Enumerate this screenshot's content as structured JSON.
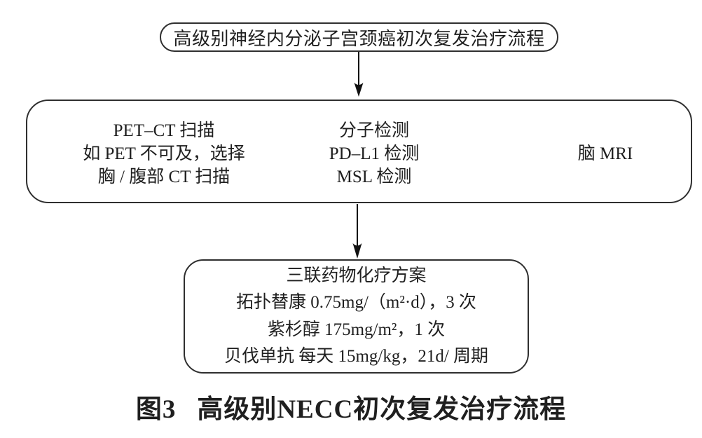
{
  "figure": {
    "start_node": "高级别神经内分泌子宫颈癌初次复发治疗流程",
    "workup_node": {
      "imaging": {
        "line1": "PET–CT 扫描",
        "line2": "如 PET 不可及，选择",
        "line3": "胸 / 腹部 CT 扫描"
      },
      "molecular": {
        "line1": "分子检测",
        "line2": "PD–L1 检测",
        "line3": "MSL 检测"
      },
      "brain": {
        "line1": "脑 MRI"
      }
    },
    "treatment_node": {
      "line1": "三联药物化疗方案",
      "line2": "拓扑替康 0.75mg/（m²·d），3 次",
      "line3": "紫杉醇 175mg/m²，1 次",
      "line4": "贝伐单抗 每天 15mg/kg，21d/ 周期"
    },
    "caption": {
      "label": "图3",
      "title": "高级别NECC初次复发治疗流程"
    }
  },
  "colors": {
    "background": "#ffffff",
    "text": "#1f1f1f",
    "border": "#2f2f2f",
    "arrow": "#111111"
  }
}
